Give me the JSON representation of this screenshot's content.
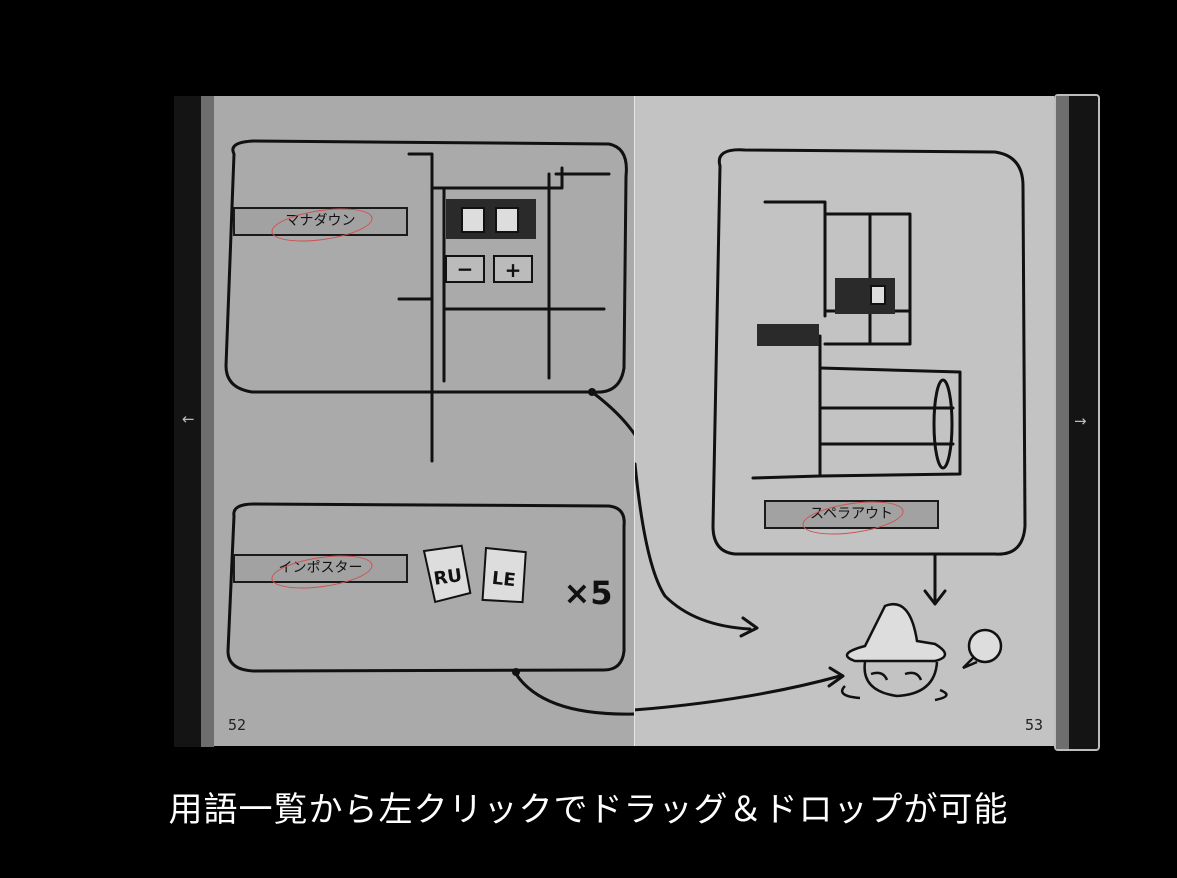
{
  "book": {
    "left_page": {
      "page_number": "52",
      "terms": [
        {
          "label": "マナダウン"
        },
        {
          "label": "インポスター"
        }
      ],
      "card_labels": [
        "RU",
        "LE"
      ],
      "multiplier": "×5",
      "button_labels": [
        "−",
        "+"
      ]
    },
    "right_page": {
      "page_number": "53",
      "terms": [
        {
          "label": "スペラアウト"
        }
      ]
    },
    "nav": {
      "prev_icon": "←",
      "next_icon": "→"
    }
  },
  "caption": "用語一覧から左クリックでドラッグ＆ドロップが可能",
  "colors": {
    "background": "#000000",
    "left_page": "#aaaaaa",
    "right_page": "#c3c3c3",
    "highlight_ring": "#d05050"
  }
}
